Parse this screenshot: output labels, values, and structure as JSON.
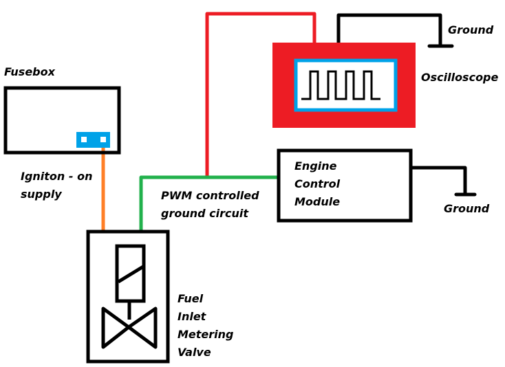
{
  "colors": {
    "red_wire": "#ed1c24",
    "green_wire": "#22b14c",
    "orange_wire": "#ff7f27",
    "blue_connector": "#00a2e8",
    "oscilloscope_body": "#ed1c24",
    "black": "#000000"
  },
  "labels": {
    "fusebox": "Fusebox",
    "ignition_supply_line1": "Igniton - on",
    "ignition_supply_line2": "supply",
    "pwm_line1": "PWM controlled",
    "pwm_line2": "ground circuit",
    "oscilloscope": "Oscilloscope",
    "ground_oscilloscope": "Ground",
    "ground_ecm": "Ground",
    "ecm_line1": "Engine",
    "ecm_line2": "Control",
    "ecm_line3": "Module",
    "valve_line1": "Fuel",
    "valve_line2": "Inlet",
    "valve_line3": "Metering",
    "valve_line4": "Valve"
  },
  "components": [
    {
      "id": "fusebox",
      "type": "box-with-connector"
    },
    {
      "id": "oscilloscope",
      "type": "scope",
      "screen": "square-wave",
      "pulses": 4
    },
    {
      "id": "engine-control-module",
      "type": "box"
    },
    {
      "id": "fuel-inlet-metering-valve",
      "type": "solenoid-valve"
    }
  ],
  "wires": [
    {
      "id": "ignition-supply",
      "color": "orange",
      "from": "fusebox",
      "to": "fuel-inlet-metering-valve"
    },
    {
      "id": "pwm-ground",
      "color": "green",
      "from": "fuel-inlet-metering-valve",
      "to": "engine-control-module"
    },
    {
      "id": "scope-probe",
      "color": "red",
      "from": "pwm-ground",
      "to": "oscilloscope"
    },
    {
      "id": "scope-ground",
      "color": "black",
      "from": "oscilloscope",
      "to": "ground"
    },
    {
      "id": "ecm-ground",
      "color": "black",
      "from": "engine-control-module",
      "to": "ground"
    }
  ]
}
